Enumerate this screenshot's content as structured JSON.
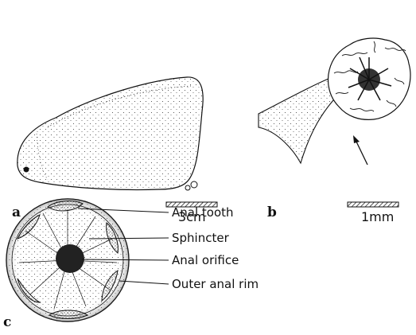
{
  "panels": {
    "a": {
      "letter": "a",
      "scale_label": "3cm"
    },
    "b": {
      "letter": "b",
      "scale_label": "1mm"
    },
    "c": {
      "letter": "c",
      "callouts": [
        {
          "id": "anal-tooth",
          "label": "Anal tooth"
        },
        {
          "id": "sphincter",
          "label": "Sphincter"
        },
        {
          "id": "anal-orifice",
          "label": "Anal orifice"
        },
        {
          "id": "outer-anal-rim",
          "label": "Outer anal rim"
        }
      ]
    }
  },
  "colors": {
    "ink": "#111111",
    "paper": "#ffffff"
  }
}
